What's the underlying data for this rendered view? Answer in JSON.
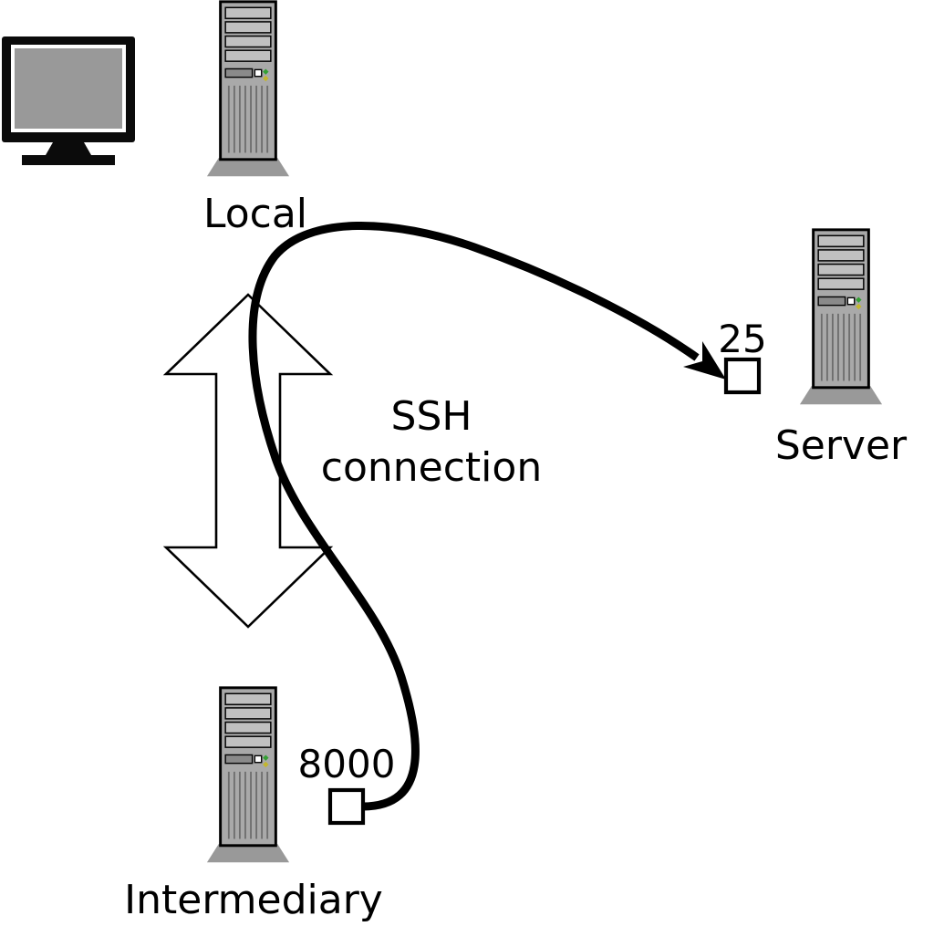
{
  "diagram": {
    "nodes": {
      "local": {
        "label": "Local"
      },
      "server": {
        "label": "Server",
        "port": "25"
      },
      "intermediary": {
        "label": "Intermediary",
        "port": "8000"
      }
    },
    "ssh_arrow_label": {
      "line1": "SSH",
      "line2": "connection"
    },
    "colors": {
      "tower_body": "#a9a9a9",
      "tower_slat": "#c0c0c0",
      "tower_base": "#999999",
      "monitor_screen": "#999999",
      "outline": "#000000",
      "double_arrow_fill": "#ffffff",
      "tunnel_stroke": "#000000",
      "port_box_fill": "#ffffff",
      "led_green": "#33a033",
      "led_amber": "#c2b62e"
    }
  }
}
